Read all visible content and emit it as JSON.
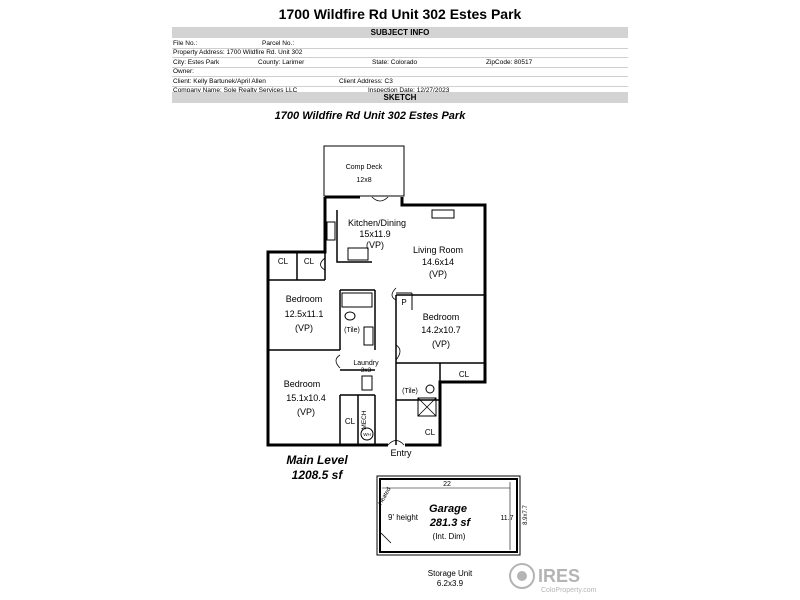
{
  "header": {
    "title": "1700 Wildfire Rd Unit 302 Estes Park"
  },
  "subject": {
    "heading": "SUBJECT INFO",
    "file_no": "File No.:",
    "parcel_no": "Parcel No.:",
    "property_address": "Property Address: 1700 Wildfire Rd. Unit 302",
    "city": "City: Estes Park",
    "county": "County: Larimer",
    "state": "State: Colorado",
    "zip": "ZipCode: 80517",
    "owner": "Owner:",
    "client": "Client: Kelly Bartunek/April Allen",
    "client_address": "Client Address: C3",
    "company": "Company Name: Sole Realty Services LLC",
    "inspection_date": "Inspection Date: 12/27/2023"
  },
  "sketch": {
    "heading": "SKETCH",
    "title": "1700 Wildfire Rd Unit 302 Estes Park",
    "rooms": {
      "deck_name": "Comp Deck",
      "deck_dim": "12x8",
      "kitchen_name": "Kitchen/Dining",
      "kitchen_dim": "15x11.9",
      "kitchen_vp": "(VP)",
      "living_name": "Living Room",
      "living_dim": "14.6x14",
      "living_vp": "(VP)",
      "bed1_name": "Bedroom",
      "bed1_dim": "12.5x11.1",
      "bed1_vp": "(VP)",
      "bed2_name": "Bedroom",
      "bed2_dim": "14.2x10.7",
      "bed2_vp": "(VP)",
      "bed3_name": "Bedroom",
      "bed3_dim": "15.1x10.4",
      "bed3_vp": "(VP)",
      "cl": "CL",
      "pantry": "P",
      "tile": "(Tile)",
      "laundry": "Laundry",
      "laundry_dim": "3x3",
      "mech": "MECH",
      "wh": "WH",
      "entry": "Entry"
    },
    "main_level": {
      "label": "Main Level",
      "area": "1208.5 sf"
    },
    "garage": {
      "name": "Garage",
      "area": "281.3 sf",
      "note": "(Int. Dim)",
      "height": "9' height",
      "heated": "Heated",
      "width": "22",
      "depth": "11.7",
      "side": "8.9x7.7"
    },
    "storage": {
      "name": "Storage Unit",
      "dim": "6.2x3.9"
    }
  },
  "watermark": {
    "brand": "IRES",
    "site": "ColoProperty.com"
  }
}
